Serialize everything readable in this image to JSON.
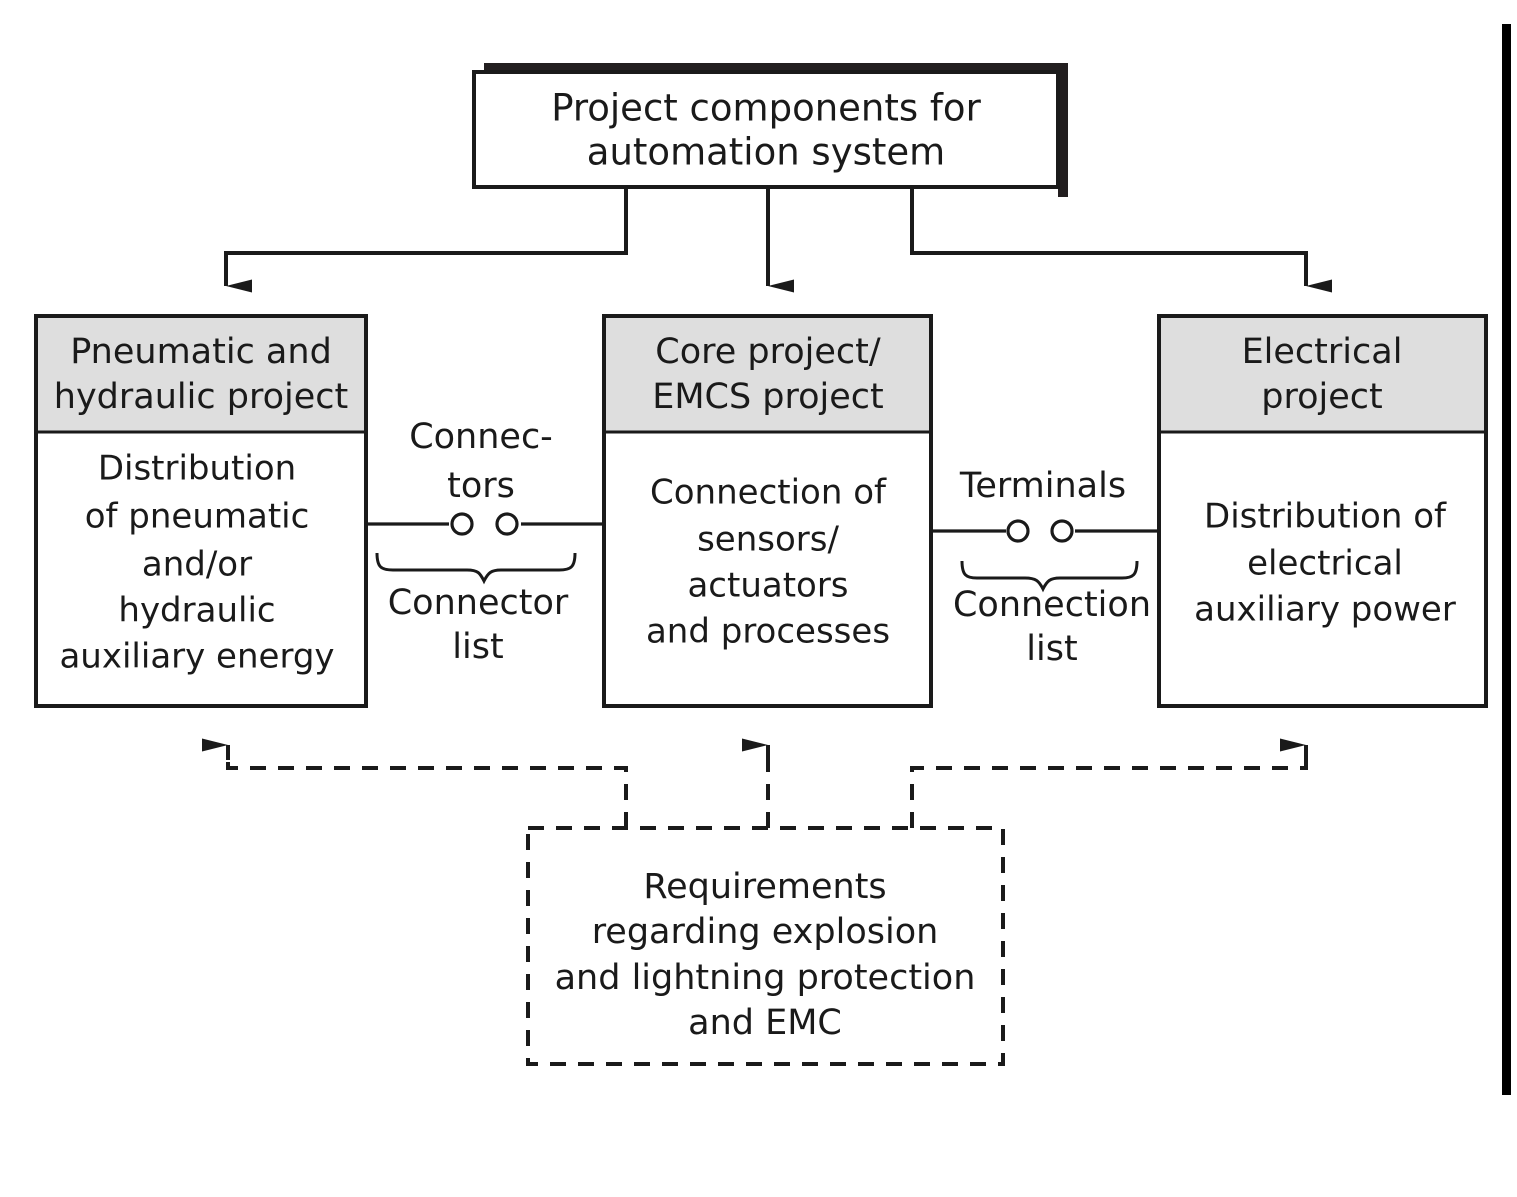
{
  "figure": {
    "kind": "block-diagram",
    "title": "Project components for automation system"
  },
  "top_box": {
    "name": "root-node",
    "lines": [
      "Project components for",
      "automation system"
    ],
    "style": "white with drop shadow"
  },
  "nodes": [
    {
      "id": "pneumatic-hydraulic-project",
      "header_lines": [
        "Pneumatic and",
        "hydraulic project"
      ],
      "body_lines": [
        "Distribution",
        "of pneumatic",
        "and/or",
        "hydraulic",
        "auxiliary energy"
      ],
      "header_color": "#dedede",
      "body_color": "#ffffff"
    },
    {
      "id": "core-emcs-project",
      "header_lines": [
        "Core project/",
        "EMCS project"
      ],
      "body_lines": [
        "Connection of",
        "sensors/",
        "actuators",
        "and processes"
      ],
      "header_color": "#dedede",
      "body_color": "#ffffff"
    },
    {
      "id": "electrical-project",
      "header_lines": [
        "Electrical",
        "project"
      ],
      "body_lines": [
        "Distribution of",
        "electrical",
        "auxiliary power"
      ],
      "header_color": "#dedede",
      "body_color": "#ffffff"
    }
  ],
  "interfaces": [
    {
      "id": "connectors-interface",
      "above_lines": [
        "Connec-",
        "tors"
      ],
      "below_lines": [
        "Connector",
        "list"
      ],
      "between": [
        "pneumatic-hydraulic-project",
        "core-emcs-project"
      ]
    },
    {
      "id": "terminals-interface",
      "above_lines": [
        "Terminals"
      ],
      "below_lines": [
        "Connection",
        "list"
      ],
      "between": [
        "core-emcs-project",
        "electrical-project"
      ]
    }
  ],
  "requirements_box": {
    "id": "requirements-node",
    "lines": [
      "Requirements",
      "regarding explosion",
      "and lightning protection",
      "and EMC"
    ],
    "border": "dashed"
  },
  "colors": {
    "line": "#1a1a1a",
    "header_fill": "#dedede",
    "body_fill": "#ffffff",
    "shadow": "#231f20",
    "page_edge_bar": "#000000"
  }
}
